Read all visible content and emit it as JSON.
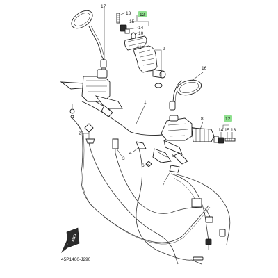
{
  "diagram": {
    "code": "45P1460-J290",
    "fwd_label": "FWD",
    "highlight_color": "#8fe08f",
    "callouts": [
      "17",
      "13",
      "12",
      "15",
      "14",
      "10",
      "11",
      "9",
      "16",
      "1",
      "8",
      "12",
      "14",
      "15",
      "13",
      "2",
      "3",
      "4",
      "5",
      "6",
      "7"
    ]
  }
}
